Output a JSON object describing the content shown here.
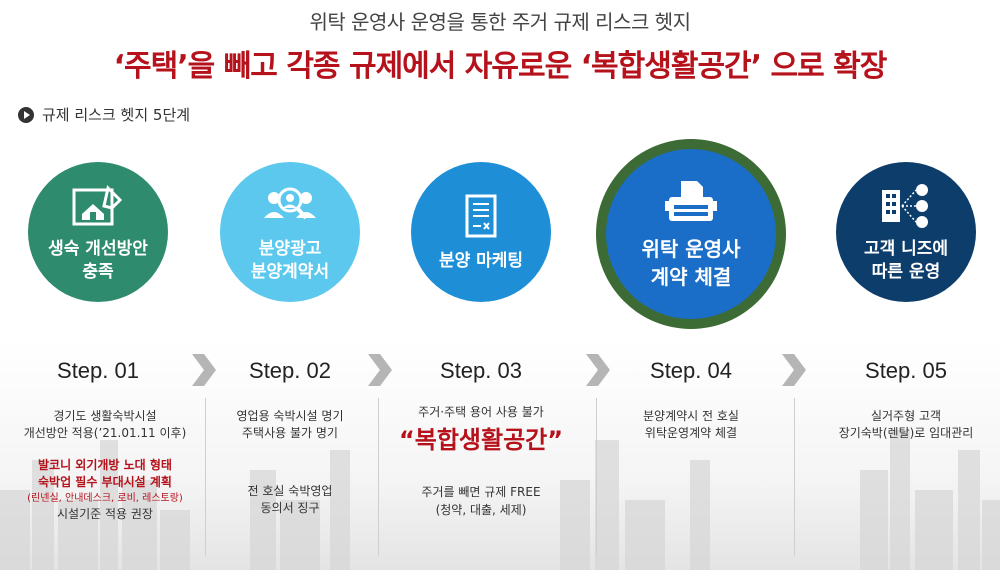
{
  "header": {
    "subtitle": "위탁 운영사 운영을 통한 주거 규제 리스크 헷지",
    "title": "‘주택’을 빼고 각종 규제에서 자유로운 ‘복합생활공간’ 으로 확장"
  },
  "section": {
    "label": "규제 리스크 헷지 5단계",
    "icon": "play-circle-icon"
  },
  "circles": [
    {
      "line1": "생숙 개선방안",
      "line2": "충족",
      "icon": "building-plan-icon",
      "color": "#2e8b6e"
    },
    {
      "line1": "분양광고",
      "line2": "분양계약서",
      "icon": "people-search-icon",
      "color": "#5cc8ee"
    },
    {
      "line1": "분양 마케팅",
      "line2": "",
      "icon": "document-icon",
      "color": "#1e8fd6"
    },
    {
      "line1": "위탁 운영사",
      "line2": "계약 체결",
      "icon": "typewriter-icon",
      "color": "#1a6ec7"
    },
    {
      "line1": "고객 니즈에",
      "line2": "따른 운영",
      "icon": "building-network-icon",
      "color": "#0d3d6b"
    }
  ],
  "steps": [
    {
      "label": "Step. 01"
    },
    {
      "label": "Step. 02"
    },
    {
      "label": "Step. 03"
    },
    {
      "label": "Step. 04"
    },
    {
      "label": "Step. 05"
    }
  ],
  "descriptions": {
    "s1": {
      "line1": "경기도 생활숙박시설",
      "line2": "개선방안 적용(’21.01.11 이후)",
      "red1": "발코니 외기개방 노대 형태",
      "red2": "숙박업 필수 부대시설 계획",
      "small": "(린넨실, 안내데스크, 로비, 레스토랑)",
      "line3": "시설기준 적용 권장"
    },
    "s2": {
      "line1": "영업용 숙박시설 명기",
      "line2": "주택사용 불가 명기",
      "line3": "전 호실 숙박영업",
      "line4": "동의서 징구"
    },
    "s3": {
      "line1": "주거·주택 용어 사용 불가",
      "highlight": "“복합생활공간”",
      "line2": "주거를 빼면 규제 FREE",
      "line3": "(청약, 대출, 세제)"
    },
    "s4": {
      "line1": "분양계약시 전 호실",
      "line2": "위탁운영계약 체결"
    },
    "s5": {
      "line1": "실거주형 고객",
      "line2": "장기숙박(렌탈)로 임대관리"
    }
  }
}
